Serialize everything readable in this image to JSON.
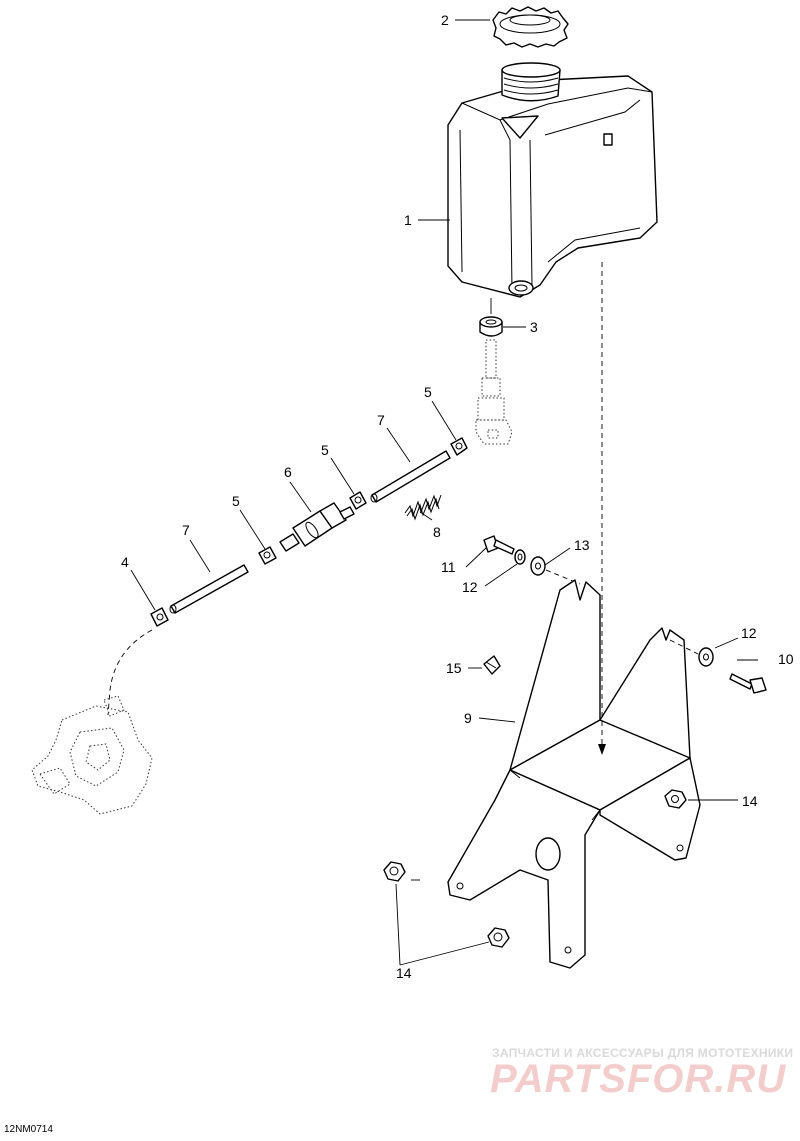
{
  "drawing_code": "12NM0714",
  "watermark": {
    "line1": "ЗАПЧАСТИ И АКСЕССУАРЫ ДЛЯ МОТОТЕХНИКИ",
    "line2": "PARTSFOR.RU"
  },
  "callouts": {
    "c1": "1",
    "c2": "2",
    "c3": "3",
    "c4": "4",
    "c5a": "5",
    "c5b": "5",
    "c5c": "5",
    "c6": "6",
    "c7a": "7",
    "c7b": "7",
    "c8": "8",
    "c9": "9",
    "c10": "10",
    "c11": "11",
    "c12a": "12",
    "c12b": "12",
    "c13": "13",
    "c14a": "14",
    "c14b": "14",
    "c15": "15"
  }
}
